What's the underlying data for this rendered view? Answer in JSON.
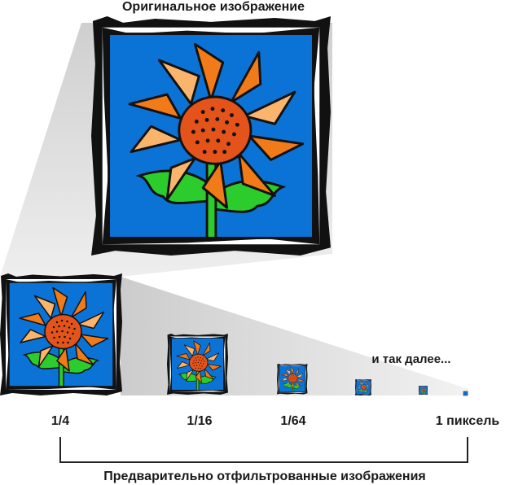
{
  "title": "Оригинальное изображение",
  "continuation": "и так далее...",
  "levels": [
    {
      "label": "1/4"
    },
    {
      "label": "1/16"
    },
    {
      "label": "1/64"
    },
    {
      "label": ""
    },
    {
      "label": ""
    },
    {
      "label": "1 пиксель"
    }
  ],
  "caption": "Предварительно отфильтрованные изображения",
  "colors": {
    "background_blue": "#0c73d6",
    "petal_dark": "#f07b18",
    "petal_light": "#fbb46b",
    "center": "#e4541a",
    "leaf": "#2dcc2d",
    "frame": "#111111",
    "shadow": "#dadada"
  },
  "icons": [
    "sunflower-image"
  ]
}
